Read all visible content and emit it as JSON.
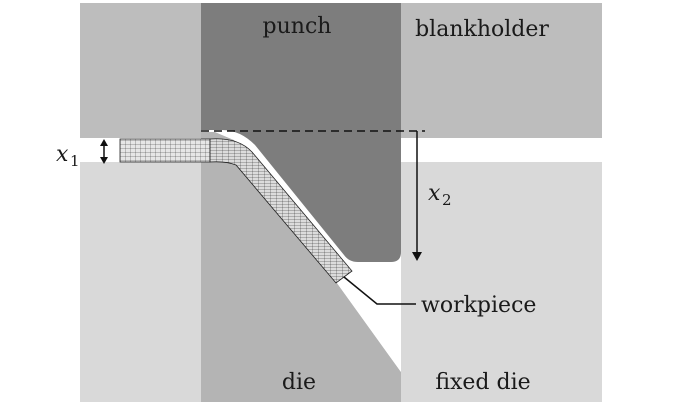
{
  "labels": {
    "punch": "punch",
    "blankholder": "blankholder",
    "die": "die",
    "fixed_die": "fixed die",
    "workpiece": "workpiece"
  },
  "dimensions": {
    "x1_var": "x",
    "x1_sub": "1",
    "x2_var": "x",
    "x2_sub": "2"
  },
  "colors": {
    "background": "#ffffff",
    "blankholder": "#bdbdbd",
    "fixed_die": "#d9d9d9",
    "punch": "#7d7d7d",
    "die": "#b4b4b4",
    "mesh_fill": "#e3e3e3",
    "mesh_stroke": "#333333"
  }
}
